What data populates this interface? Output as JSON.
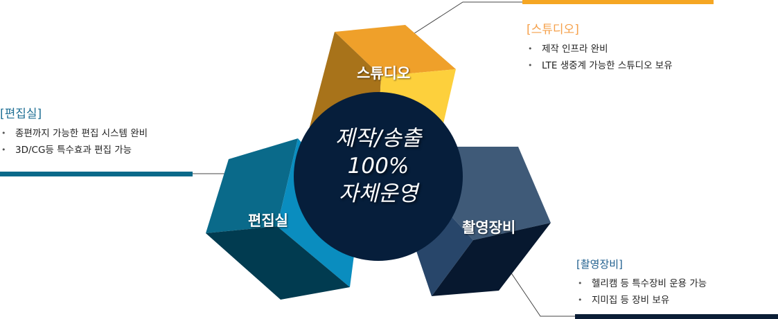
{
  "center": {
    "line1": "제작/송출",
    "line2": "100%",
    "line3": "자체운영"
  },
  "cubes": {
    "studio": "스튜디오",
    "edit": "편집실",
    "camera": "촬영장비"
  },
  "studio_block": {
    "title": "[스튜디오]",
    "items": [
      "제작 인프라 완비",
      "LTE 생중계 가능한 스튜디오 보유"
    ]
  },
  "edit_block": {
    "title": "[편집실]",
    "items": [
      "종편까지 가능한 편집 시스템 완비",
      "3D/CG등 특수효과 편집 가능"
    ]
  },
  "camera_block": {
    "title": "[촬영장비]",
    "items": [
      "헬리캠 등 특수장비 운용 가능",
      "지미집 등 장비 보유"
    ]
  },
  "colors": {
    "studio": "#f0a22a",
    "edit": "#0a6a8a",
    "camera": "#3d5a7a",
    "center": "#061e3b"
  }
}
